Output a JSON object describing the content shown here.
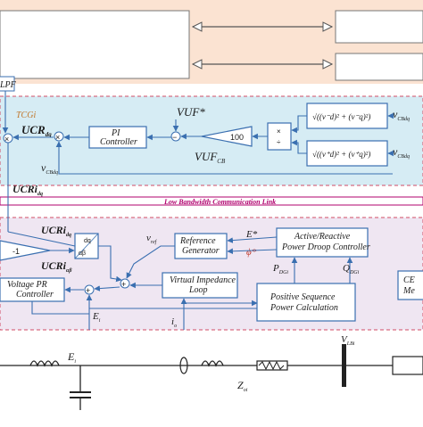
{
  "colors": {
    "top_band": "#fbe3d2",
    "control_band": "#d6ecf4",
    "comm_link": "#b0006e",
    "local_band": "#efe6f2",
    "block_stroke": "#3a6fb0",
    "highlight": "#c0392b"
  },
  "top": {
    "lpf": "LPF"
  },
  "secondary": {
    "tcg": "TCGi",
    "ucr_dq": "UCR",
    "ucr_sub": "dq",
    "pi_line1": "PI",
    "pi_line2": "Controller",
    "vuf_star": "VUF*",
    "vuf_cb": "VUF",
    "vuf_cb_sub": "CB",
    "gain": "100",
    "v_cbdq": "v",
    "v_cbdq_sub": "CBdq",
    "plus": "+",
    "minus": "−",
    "times": "×",
    "div": "÷"
  },
  "comm": {
    "ucr_i": "UCRi",
    "ucr_i_sub": "dq",
    "link_label": "Low Bandwidth Communication Link"
  },
  "local": {
    "ucr_dq": "UCRi",
    "ucr_dq_sub": "dq",
    "ucr_ab": "UCRi",
    "ucr_ab_sub": "αβ",
    "neg_gain": "-1",
    "dq_top": "dq",
    "dq_bot": "αβ",
    "v_ref": "v",
    "v_ref_sub": "ref",
    "ref_gen_1": "Reference",
    "ref_gen_2": "Generator",
    "e_star": "E*",
    "phi_star": "ϕ*",
    "droop_1": "Active/Reactive",
    "droop_2": "Power Droop Controller",
    "pr_1": "Voltage PR",
    "pr_2": "Controller",
    "vil_1": "Virtual Impedance",
    "vil_2": "Loop",
    "p_dg": "P",
    "p_dg_sub": "DGi",
    "q_dg": "Q",
    "q_dg_sub": "DGi",
    "seq_1": "Positive Sequence",
    "seq_2": "Power Calculation",
    "e_i": "E",
    "e_i_sub": "i",
    "i_o": "i",
    "i_o_sub": "o",
    "cb_1": "CE",
    "cb_2": "Me"
  },
  "power": {
    "e_i": "E",
    "e_i_sub": "i",
    "z_oi": "Z",
    "z_oi_sub": "oi",
    "v_lbi": "V",
    "v_lbi_sub": "LBi"
  }
}
